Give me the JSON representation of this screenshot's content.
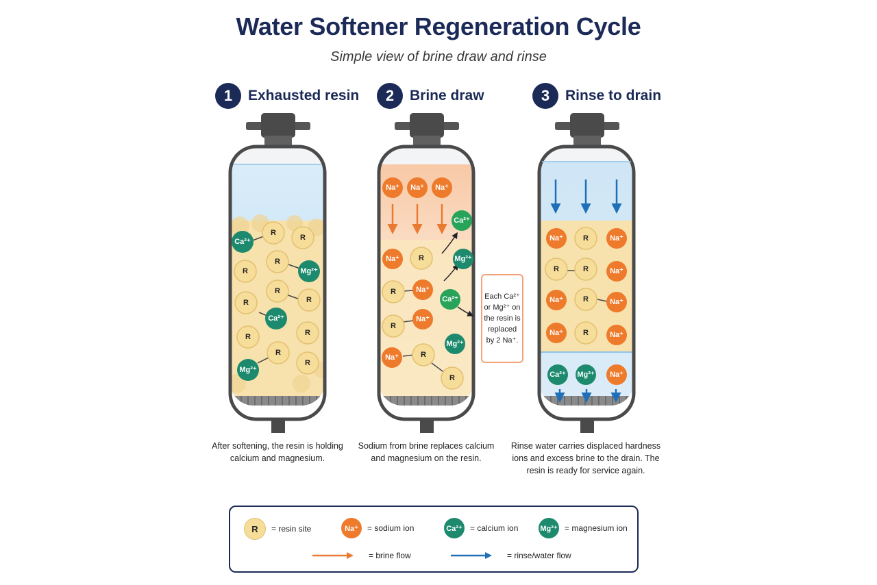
{
  "title": "Water Softener Regeneration Cycle",
  "subtitle": "Simple view of brine draw and rinse",
  "steps": [
    {
      "number": "1",
      "label": "Exhausted resin",
      "caption": "After softening, the resin is holding calcium and magnesium."
    },
    {
      "number": "2",
      "label": "Brine draw",
      "caption": "Sodium from brine replaces calcium and magnesium on the resin."
    },
    {
      "number": "3",
      "label": "Rinse to drain",
      "caption": "Rinse water carries displaced hardness ions and excess brine to the drain. The resin is ready for service again."
    }
  ],
  "ion_labels": {
    "resin": "R",
    "sodium": "Na⁺",
    "calcium": "Ca²⁺",
    "magnesium": "Mg²⁺"
  },
  "note": "Each Ca²⁺ or Mg²⁺ on the resin is replaced by 2 Na⁺.",
  "legend": {
    "resin_site": "= resin site",
    "sodium_ion": "= sodium ion",
    "calcium_ion": "= calcium ion",
    "magnesium_ion": "= magnesium ion",
    "brine_flow": "= brine flow",
    "rinse_flow": "= rinse/water flow"
  },
  "colors": {
    "navy": "#1b2a57",
    "resin": "#f7dd9a",
    "sodium": "#ee7a2b",
    "calcium": "#1d8a6e",
    "magnesium": "#1d8a6e",
    "brine_arrow": "#ea7a32",
    "water_arrow": "#1f6fb8"
  }
}
